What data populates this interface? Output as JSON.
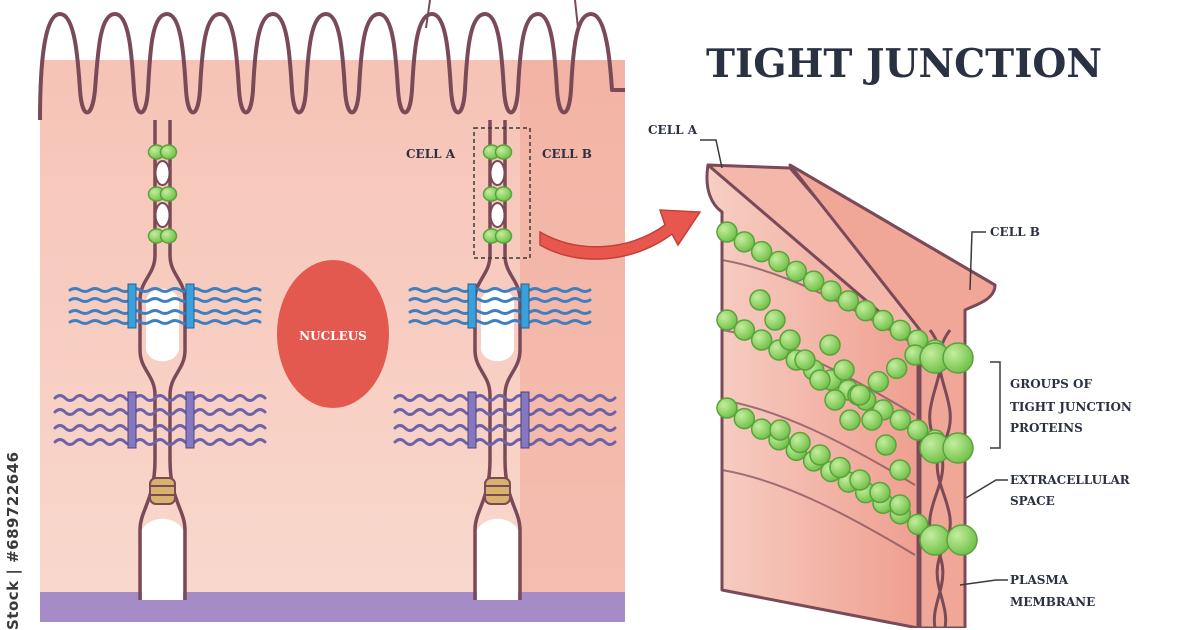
{
  "title": "TIGHT JUNCTION",
  "labels": {
    "cell_a_left": "CELL A",
    "cell_b_left": "CELL B",
    "nucleus": "NUCLEUS",
    "cell_a_right": "CELL A",
    "cell_b_right": "CELL B",
    "groups_1": "GROUPS OF",
    "groups_2": "TIGHT JUNCTION",
    "groups_3": "PROTEINS",
    "extra_1": "EXTRACELLULAR",
    "extra_2": "SPACE",
    "plasma_1": "PLASMA",
    "plasma_2": "MEMBRANE"
  },
  "watermark": "Stock | #689722646",
  "colors": {
    "cell_fill": "#f7c9bd",
    "cell_dark": "#ef9d8e",
    "outline": "#7a4a58",
    "nucleus": "#e3584f",
    "protein": "#8fd16a",
    "protein_dark": "#5aa33c",
    "desmo_blue": "#3f7fbf",
    "adherens_purple": "#6e62a8",
    "base_purple": "#a58cc7",
    "arrow": "#e8574e",
    "text": "#2b3142"
  }
}
